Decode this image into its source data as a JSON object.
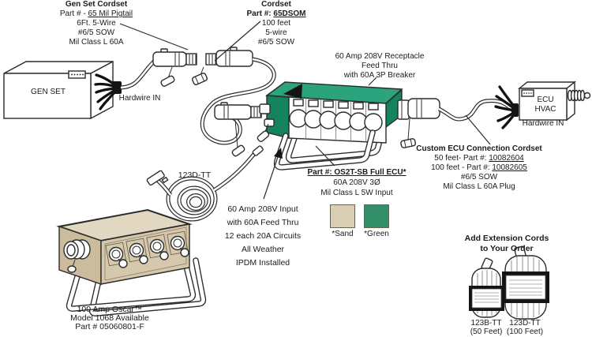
{
  "colors": {
    "unit_green": "#2BA47D",
    "unit_green_dark": "#15835B",
    "swatch_green": "#338F6A",
    "swatch_sand": "#D9CDB4",
    "oscar_top": "#E2D7C0",
    "oscar_front": "#D5C8AC",
    "oscar_left": "#CBBC9E"
  },
  "genset_cordset": {
    "title": "Gen Set Cordset",
    "part_prefix": "Part # - ",
    "part_number": "65 Mil Pigtail",
    "spec1": "6Ft. 5-Wire",
    "spec2": "#6/5 SOW",
    "spec3": "Mil Class L 60A"
  },
  "cordset": {
    "title": "Cordset",
    "part_prefix": "Part #: ",
    "part_number": "65DSOM",
    "spec1": "100 feet",
    "spec2": "5-wire",
    "spec3": "#6/5 SOW"
  },
  "receptacle_note": {
    "line1": "60 Amp 208V Receptacle",
    "line2": "Feed Thru",
    "line3": "with 60A 3P Breaker"
  },
  "gen_set": {
    "label": "GEN SET",
    "hardwire": "Hardwire IN"
  },
  "ecu": {
    "line1": "ECU",
    "line2": "HVAC",
    "hardwire": "Hardwire IN"
  },
  "ecu_cordset": {
    "title": "Custom ECU Connection Cordset",
    "opt1_prefix": "50 feet- Part #: ",
    "opt1_number": "10082604",
    "opt2_prefix": "100 feet - Part #: ",
    "opt2_number": "10082605",
    "spec1": "#6/5 SOW",
    "spec2": "Mil Class L 60A Plug"
  },
  "os2t": {
    "title": "Part #: OS2T-SB Full ECU*",
    "spec1": "60A 208V 3Ø",
    "spec2": "Mil Class L 5W Input",
    "sand_label": "*Sand",
    "green_label": "*Green"
  },
  "ipdm_note": {
    "line1": "60 Amp 208V Input",
    "line2": "with 60A Feed Thru",
    "line3": "12 each 20A Circuits",
    "line4": "All Weather",
    "line5": "IPDM Installed"
  },
  "coil_cord_label": "123D-TT",
  "oscar": {
    "line1": "100 Amp Oscar™",
    "line2": "Model 1068 Available",
    "line3": "Part # 05060801-F"
  },
  "extensions": {
    "title_line1": "Add Extension Cords",
    "title_line2": "to Your Order",
    "cord1_name": "123B-TT",
    "cord1_length": "(50 Feet)",
    "cord2_name": "123D-TT",
    "cord2_length": "(100 Feet)"
  }
}
